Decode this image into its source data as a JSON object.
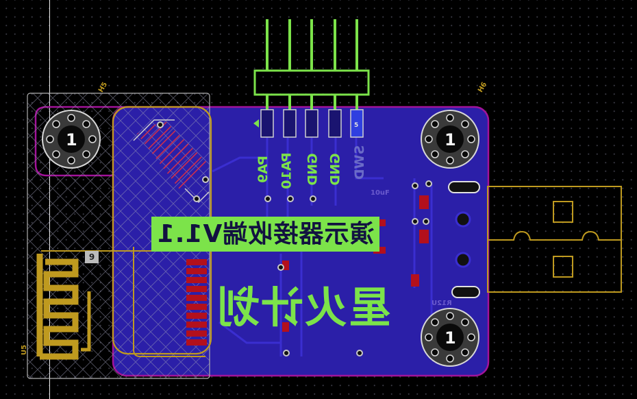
{
  "colors": {
    "board_fill": "#2b1fa8",
    "board_outline": "#a2139a",
    "silk_green": "#7ce34a",
    "silk_white": "#e6e6e6",
    "silk_gold": "#bf9a1f",
    "pad_red": "#b3101c",
    "module_outline": "#b0b0b0",
    "hatch": "#9a9ab5"
  },
  "header": {
    "pins": [
      "PA9",
      "PA10",
      "GND",
      "GND"
    ],
    "first_pad_number": "5"
  },
  "swd_label": "SWD",
  "title_label": "演示器接收端V1.1",
  "brand_label": "星火计划",
  "mounting_holes": [
    {
      "ref": "H5",
      "number": "1"
    },
    {
      "ref": "H6",
      "number": "1"
    },
    {
      "ref": "",
      "number": "1"
    }
  ],
  "module": {
    "ref": "U5",
    "pad_number": "9"
  },
  "capacitor_label": "10uF",
  "resistor_label": "R12U",
  "usb_icon": "usb-a-plug-icon",
  "antenna_icon": "pcb-antenna-icon"
}
